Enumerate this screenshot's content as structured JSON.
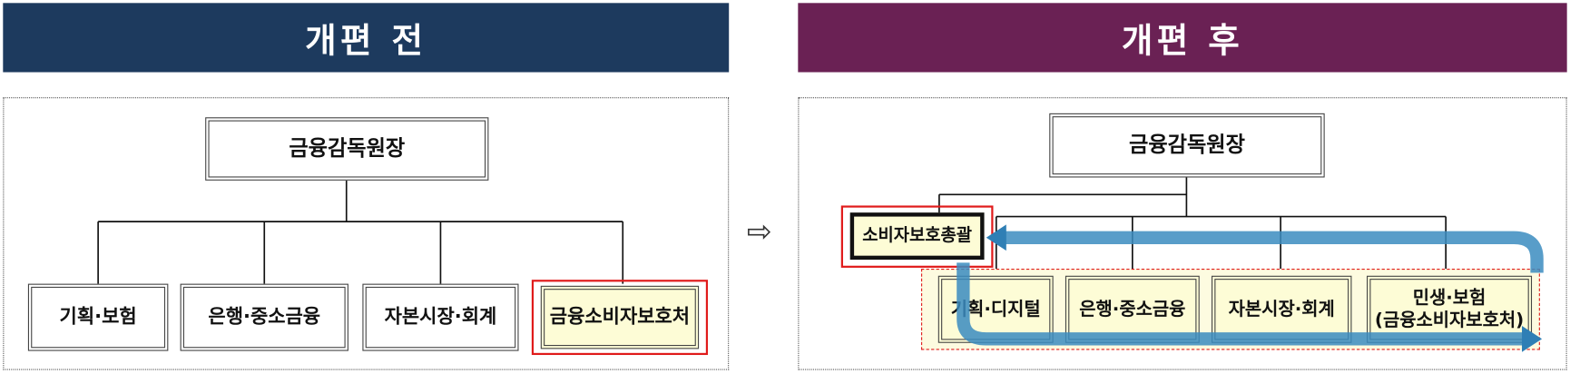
{
  "before": {
    "header": "개편 전",
    "top": "금융감독원장",
    "units": [
      "기획·보험",
      "은행·중소금융",
      "자본시장·회계",
      "금융소비자보호처"
    ]
  },
  "after": {
    "header": "개편 후",
    "top": "금융감독원장",
    "consumer": "소비자보호총괄",
    "units": [
      "기획·디지털",
      "은행·중소금융",
      "자본시장·회계"
    ],
    "unit4_line1": "민생·보험",
    "unit4_line2": "(금융소비자보호처)"
  },
  "transition_icon": "right-arrow-icon",
  "colors": {
    "before_header": "#1d3a5e",
    "after_header": "#6a2154",
    "highlight": "#e01b1b",
    "flow_arrow": "#3b8cc0"
  }
}
